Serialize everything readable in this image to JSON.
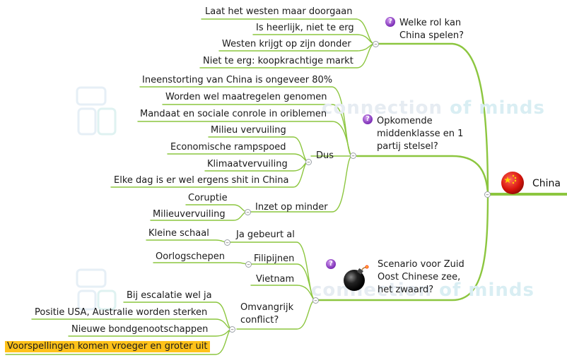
{
  "root": {
    "label": "China",
    "icon": "china-flag-icon"
  },
  "watermark": {
    "text_primary": "connection",
    "text_accent": "of minds"
  },
  "branches": [
    {
      "id": "welke-rol",
      "label": "Welke rol kan China spelen?",
      "icon": "question-icon",
      "children": [
        "Laat het westen maar doorgaan",
        "Is heerlijk, niet te erg",
        "Westen krijgt op zijn donder",
        "Niet te erg: koopkrachtige markt"
      ]
    },
    {
      "id": "opkomende",
      "label": "Opkomende middenklasse en 1 partij stelsel?",
      "icon": "question-icon",
      "children_top": [
        "Ineenstorting van China is ongeveer 80%",
        "Worden wel maatregelen genomen",
        "Mandaat en sociale conrole in oriblemen"
      ],
      "dus": {
        "label": "Dus",
        "children": [
          "Milieu vervuiling",
          "Economische rampspoed",
          "Klimaatvervuiling",
          "Elke dag is er wel ergens shit in China"
        ]
      },
      "inzet": {
        "label": "Inzet op  minder",
        "children": [
          "Coruptie",
          "Milieuvervuiling"
        ]
      }
    },
    {
      "id": "scenario",
      "label": "Scenario voor Zuid Oost Chinese zee, het zwaard?",
      "icon": "bomb-icon",
      "ja": {
        "label": "Ja gebeurt al",
        "children": [
          "Kleine schaal"
        ]
      },
      "filipijnen": {
        "label": "Filipijnen",
        "children": [
          "Oorlogschepen"
        ]
      },
      "vietnam": {
        "label": "Vietnam"
      },
      "omvangrijk": {
        "label": "Omvangrijk conflict?",
        "children": [
          "Bij escalatie wel ja",
          "Positie USA, Australie worden sterken",
          "Nieuwe bondgenootschappen",
          "Voorspellingen komen vroeger en groter uit"
        ]
      }
    }
  ],
  "colors": {
    "line": "#8cc63f",
    "highlight": "#ffc21a",
    "collapse_border": "#9aa0a6"
  },
  "collapse_symbol": "–"
}
